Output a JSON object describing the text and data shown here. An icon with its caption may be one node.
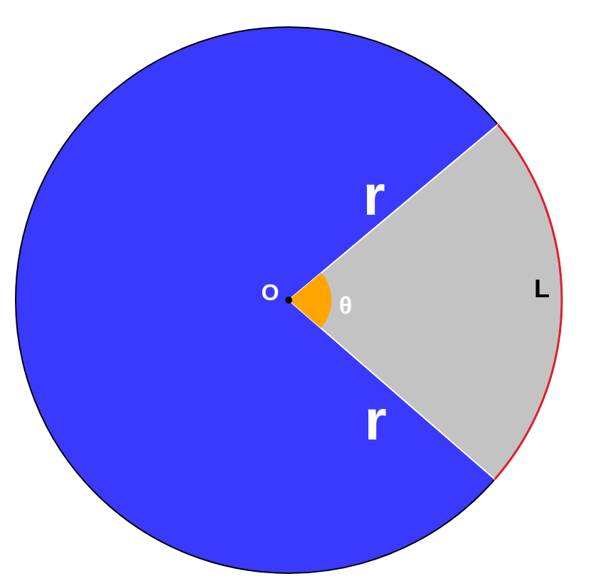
{
  "diagram": {
    "labels": [
      "r",
      "O",
      "θ",
      "L",
      "r"
    ]
  }
}
